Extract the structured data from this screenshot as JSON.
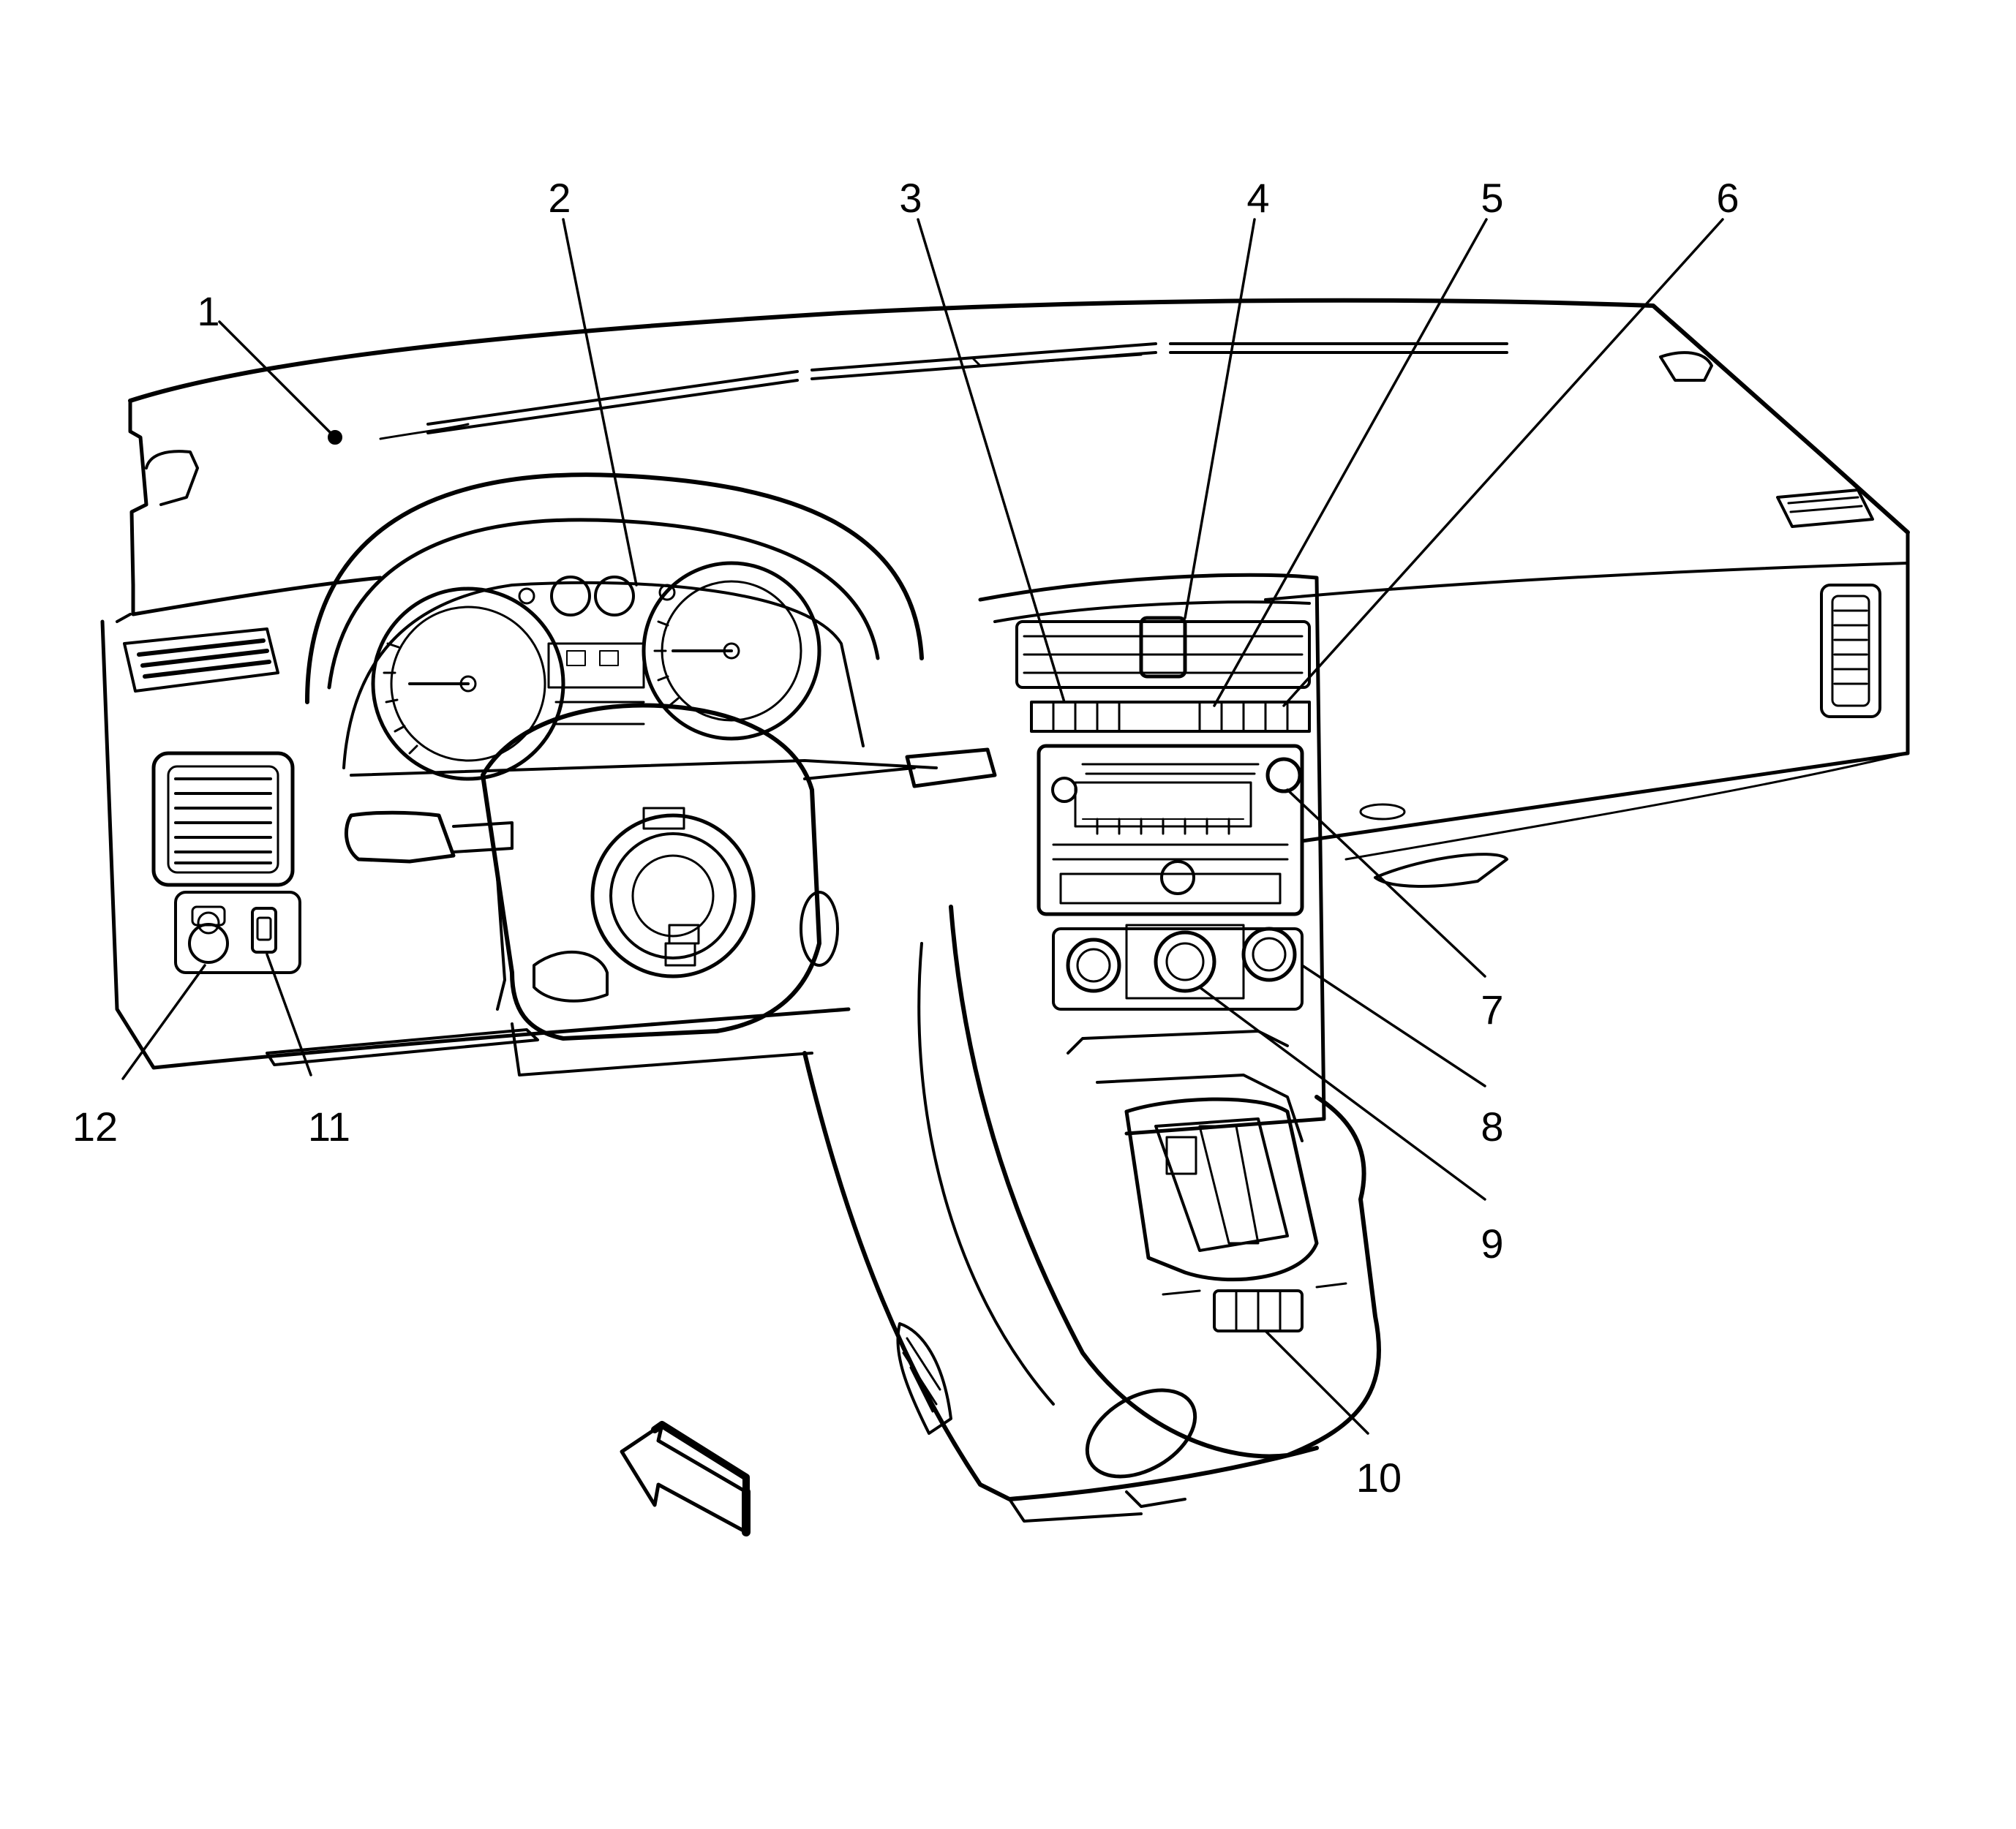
{
  "diagram": {
    "callouts": [
      {
        "id": 1,
        "label": "1"
      },
      {
        "id": 2,
        "label": "2"
      },
      {
        "id": 3,
        "label": "3"
      },
      {
        "id": 4,
        "label": "4"
      },
      {
        "id": 5,
        "label": "5"
      },
      {
        "id": 6,
        "label": "6"
      },
      {
        "id": 7,
        "label": "7"
      },
      {
        "id": 8,
        "label": "8"
      },
      {
        "id": 9,
        "label": "9"
      },
      {
        "id": 10,
        "label": "10"
      },
      {
        "id": 11,
        "label": "11"
      },
      {
        "id": 12,
        "label": "12"
      }
    ],
    "colors": {
      "line": "#000000",
      "background": "#ffffff"
    }
  }
}
